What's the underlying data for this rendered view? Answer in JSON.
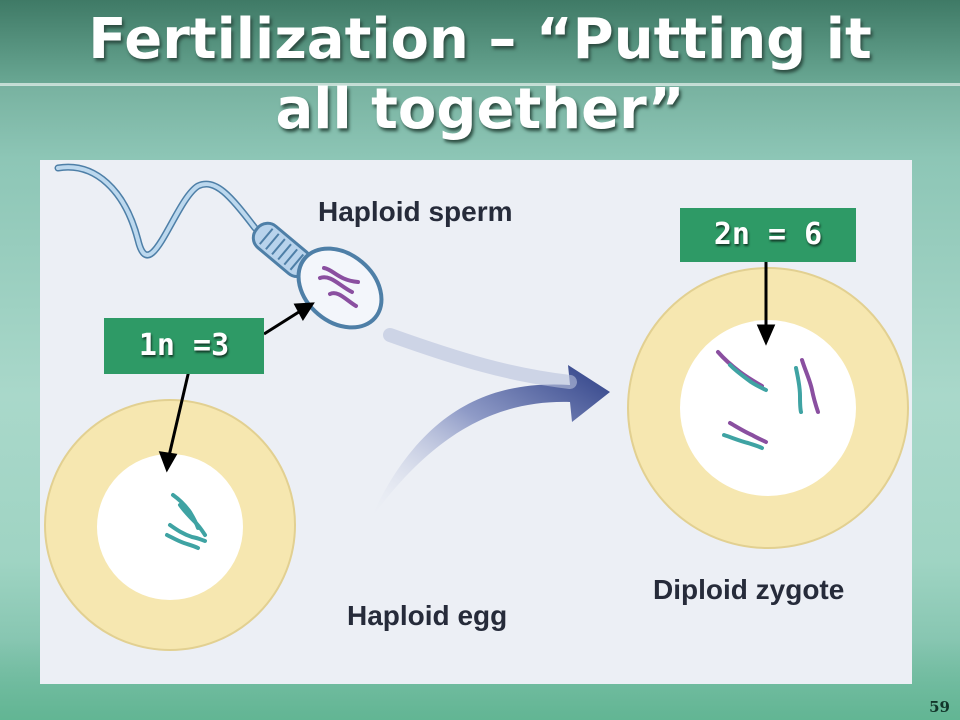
{
  "slide": {
    "title_line1": "Fertilization – “Putting it",
    "title_line2": "all together”",
    "page_number": "59"
  },
  "figure": {
    "labels": {
      "haploid_sperm": "Haploid sperm",
      "haploid_egg": "Haploid egg",
      "diploid_zygote": "Diploid zygote"
    },
    "callouts": {
      "haploid_count": "1n =3",
      "diploid_count": "2n = 6"
    },
    "colors": {
      "callout_box": "#2e9a66",
      "chromosome_paternal": "#8a4fa0",
      "chromosome_maternal": "#3fa3a3",
      "cell_membrane": "#f6e7b0",
      "arrow": "#2d3f86"
    }
  }
}
